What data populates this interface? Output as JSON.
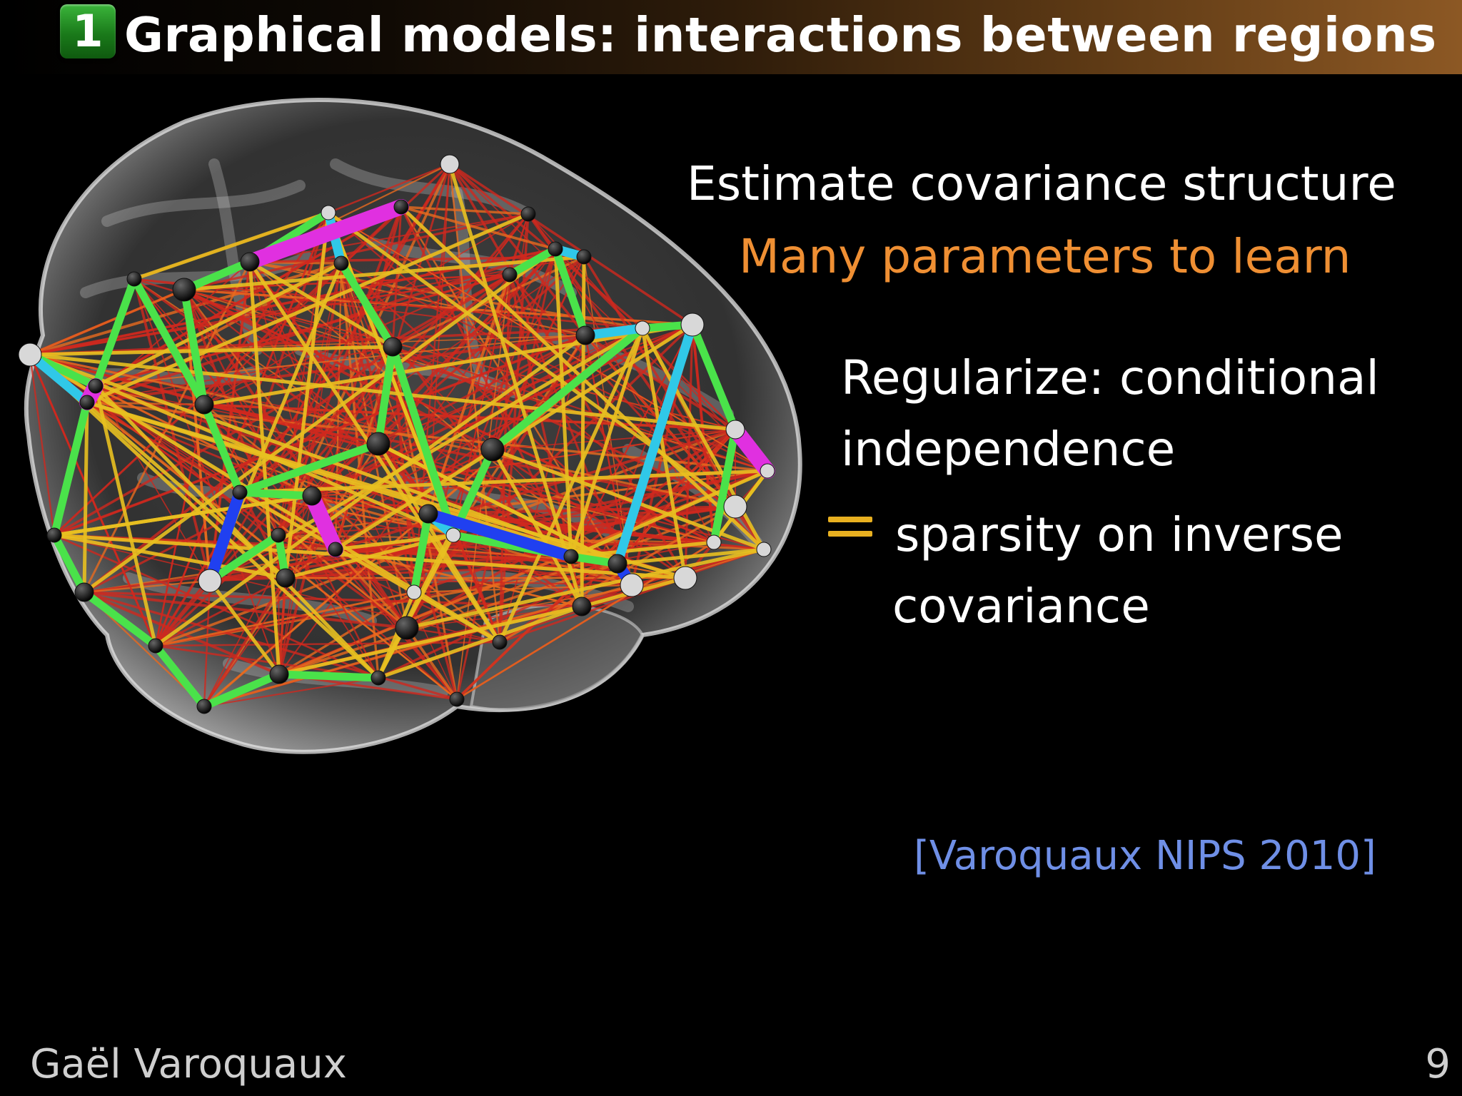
{
  "header": {
    "section_number": "1",
    "title": "Graphical models: interactions between regions"
  },
  "figure": {
    "description_icon": "brain-connectome-graph-icon",
    "colors": {
      "strong_edge": "#4ae24a",
      "mid_edge": "#e8c020",
      "weak_edge": "#d0281e",
      "cyan_edge": "#30c8e8",
      "magenta_edge": "#e030e0",
      "blue_edge": "#2040f0"
    }
  },
  "content": {
    "line1": "Estimate covariance structure",
    "line2": "Many parameters to learn",
    "line3a": "Regularize: conditional",
    "line3b": "independence",
    "equals_icon": "equals-icon",
    "line4a": "sparsity on inverse",
    "line4b": "covariance",
    "citation": "[Varoquaux NIPS 2010]"
  },
  "footer": {
    "author": "Gaël Varoquaux",
    "page_number": "9"
  },
  "colors": {
    "background": "#000000",
    "title_text": "#ffffff",
    "highlight_orange": "#ef8f33",
    "equals_yellow": "#e8b020",
    "citation_blue": "#6f8fe6",
    "badge_green": "#1a7a1a"
  }
}
